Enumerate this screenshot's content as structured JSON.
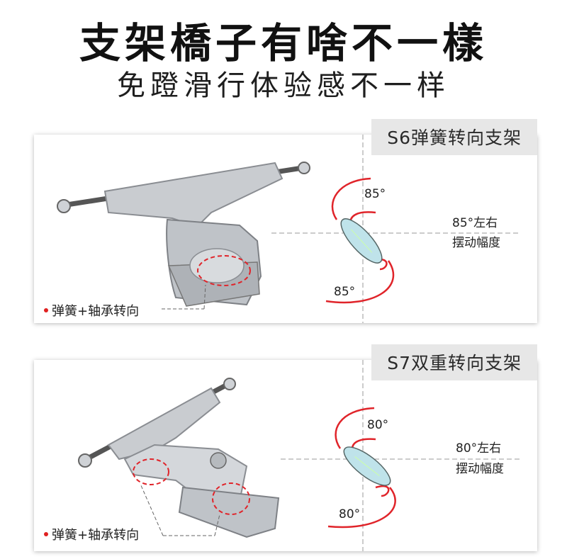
{
  "header": {
    "title": "支架橋子有啥不一樣",
    "subtitle": "免蹬滑行体验感不一样"
  },
  "panels": [
    {
      "tab_label": "S6弹簧转向支架",
      "angle_top": "85°",
      "angle_bottom": "85°",
      "range_line1": "85°左右",
      "range_line2": "摆动幅度",
      "callout": "弹簧+轴承转向"
    },
    {
      "tab_label": "S7双重转向支架",
      "angle_top": "80°",
      "angle_bottom": "80°",
      "range_line1": "80°左右",
      "range_line2": "摆动幅度",
      "callout": "弹簧+轴承转向"
    }
  ],
  "colors": {
    "arc": "#e0242a",
    "guide": "#9a9a9a",
    "board": "#bfe3ea",
    "metal": "#c9ccd0"
  }
}
